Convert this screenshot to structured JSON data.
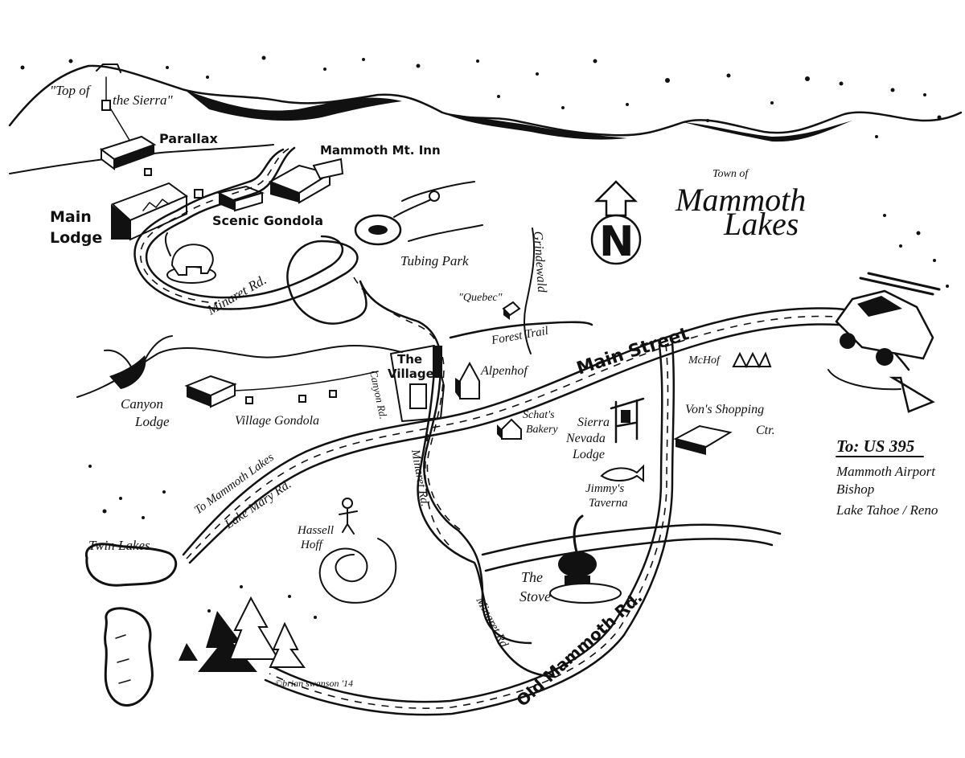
{
  "title": {
    "line1": "Town of",
    "line2": "Mammoth",
    "line3": "Lakes"
  },
  "places": {
    "top_of_sierra_1": "\"Top of",
    "top_of_sierra_2": "the Sierra\"",
    "parallax": "Parallax",
    "mammoth_mt_inn": "Mammoth Mt. Inn",
    "main_lodge_1": "Main",
    "main_lodge_2": "Lodge",
    "scenic_gondola": "Scenic Gondola",
    "tubing_park": "Tubing Park",
    "grindewald": "Grindewald",
    "quebec": "\"Quebec\"",
    "forest_trail": "Forest Trail",
    "canyon_lodge_1": "Canyon",
    "canyon_lodge_2": "Lodge",
    "village_gondola": "Village Gondola",
    "canyon_rd": "Canyon Rd.",
    "the_village_1": "The",
    "the_village_2": "Village",
    "alpenhof": "Alpenhof",
    "schats_1": "Schat's",
    "schats_2": "Bakery",
    "sierra_nevada_1": "Sierra",
    "sierra_nevada_2": "Nevada",
    "sierra_nevada_3": "Lodge",
    "mchof": "McHof",
    "vons_1": "Von's Shopping",
    "vons_2": "Ctr.",
    "jimmys_1": "Jimmy's",
    "jimmys_2": "Taverna",
    "twin_lakes": "Twin Lakes",
    "to_mammoth_lakes": "To Mammoth Lakes",
    "lake_mary_rd": "Lake Mary Rd.",
    "hassel_1": "Hassell",
    "hassel_2": "Hoff",
    "the_stove_1": "The",
    "the_stove_2": "Stove",
    "minaret_rd_top": "Minaret Rd.",
    "minaret_rd_mid": "Minaret Rd.",
    "minaret_rd_low": "Minaret Rd.",
    "main_street": "Main Street",
    "old_mammoth_rd": "Old Mammoth Rd.",
    "credit": "©brian swanson '14"
  },
  "directions": {
    "heading": "To: US 395",
    "line1": "Mammoth Airport",
    "line2": "Bishop",
    "line3": "Lake Tahoe / Reno"
  },
  "compass": {
    "letter": "N"
  },
  "icons": [
    "mountain-range",
    "compass-north-arrow",
    "car-with-skis",
    "mammoth-statue",
    "gondola-cabin",
    "pine-tree",
    "wood-stove",
    "fish-sign",
    "snowman"
  ]
}
